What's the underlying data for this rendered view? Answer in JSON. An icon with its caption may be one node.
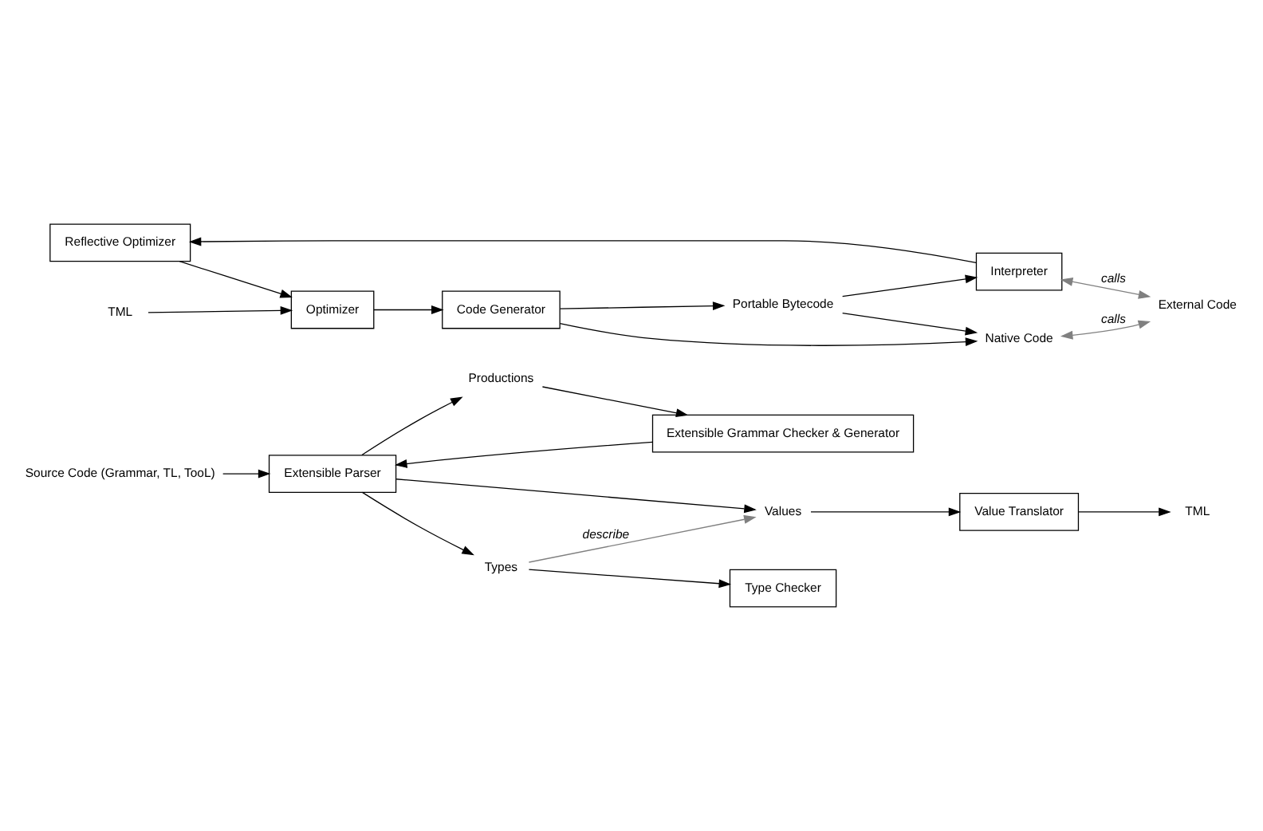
{
  "diagram": {
    "nodes": [
      {
        "text": [
          "Source Code (Grammar, TL, TooL)"
        ]
      },
      {
        "text": [
          "Extensible Parser"
        ]
      },
      {
        "text": [
          "Productions"
        ]
      },
      {
        "text": [
          "Types"
        ]
      },
      {
        "text": [
          "Values"
        ]
      },
      {
        "text": [
          "Extensible Grammar Checker & Generator"
        ]
      },
      {
        "text": [
          "Type Checker"
        ]
      },
      {
        "text": [
          "Value Translator"
        ]
      },
      {
        "text": [
          "TML"
        ]
      },
      {
        "text": [
          "Reflective Optimizer"
        ]
      },
      {
        "text": [
          "Interpreter"
        ]
      },
      {
        "text": [
          "TML"
        ]
      },
      {
        "text": [
          "Optimizer"
        ]
      },
      {
        "text": [
          "Code Generator"
        ]
      },
      {
        "text": [
          "Portable Bytecode"
        ]
      },
      {
        "text": [
          "Native Code"
        ]
      },
      {
        "text": [
          "External Code"
        ]
      }
    ],
    "edges": [
      {
        "from": 0,
        "to": 1,
        "arrow": "to"
      },
      {
        "from": 1,
        "to": 2,
        "arrow": "to"
      },
      {
        "from": 1,
        "to": 3,
        "arrow": "to"
      },
      {
        "from": 1,
        "to": 4,
        "arrow": "to"
      },
      {
        "from": 2,
        "to": 5,
        "arrow": "to"
      },
      {
        "from": 3,
        "to": 6,
        "arrow": "to"
      },
      {
        "from": 4,
        "to": 7,
        "arrow": "to"
      },
      {
        "from": 7,
        "to": 8,
        "arrow": "to"
      },
      {
        "from": 5,
        "to": 1,
        "arrow": "to"
      },
      {
        "from": 3,
        "to": 4,
        "arrow": "to",
        "label": "describe",
        "color": "#808080"
      },
      {
        "from": 10,
        "to": 9,
        "arrow": "to"
      },
      {
        "from": 9,
        "to": 12,
        "arrow": "to"
      },
      {
        "from": 11,
        "to": 12,
        "arrow": "to"
      },
      {
        "from": 12,
        "to": 13,
        "arrow": "to"
      },
      {
        "from": 13,
        "to": 14,
        "arrow": "to"
      },
      {
        "from": 13,
        "to": 15,
        "arrow": "to"
      },
      {
        "from": 14,
        "to": 10,
        "arrow": "to"
      },
      {
        "from": 14,
        "to": 15,
        "arrow": "to"
      },
      {
        "from": 15,
        "to": 16,
        "arrow": "both",
        "label": "calls",
        "color": "#808080"
      },
      {
        "from": 10,
        "to": 16,
        "arrow": "both",
        "label": "calls",
        "color": "#808080"
      }
    ]
  }
}
